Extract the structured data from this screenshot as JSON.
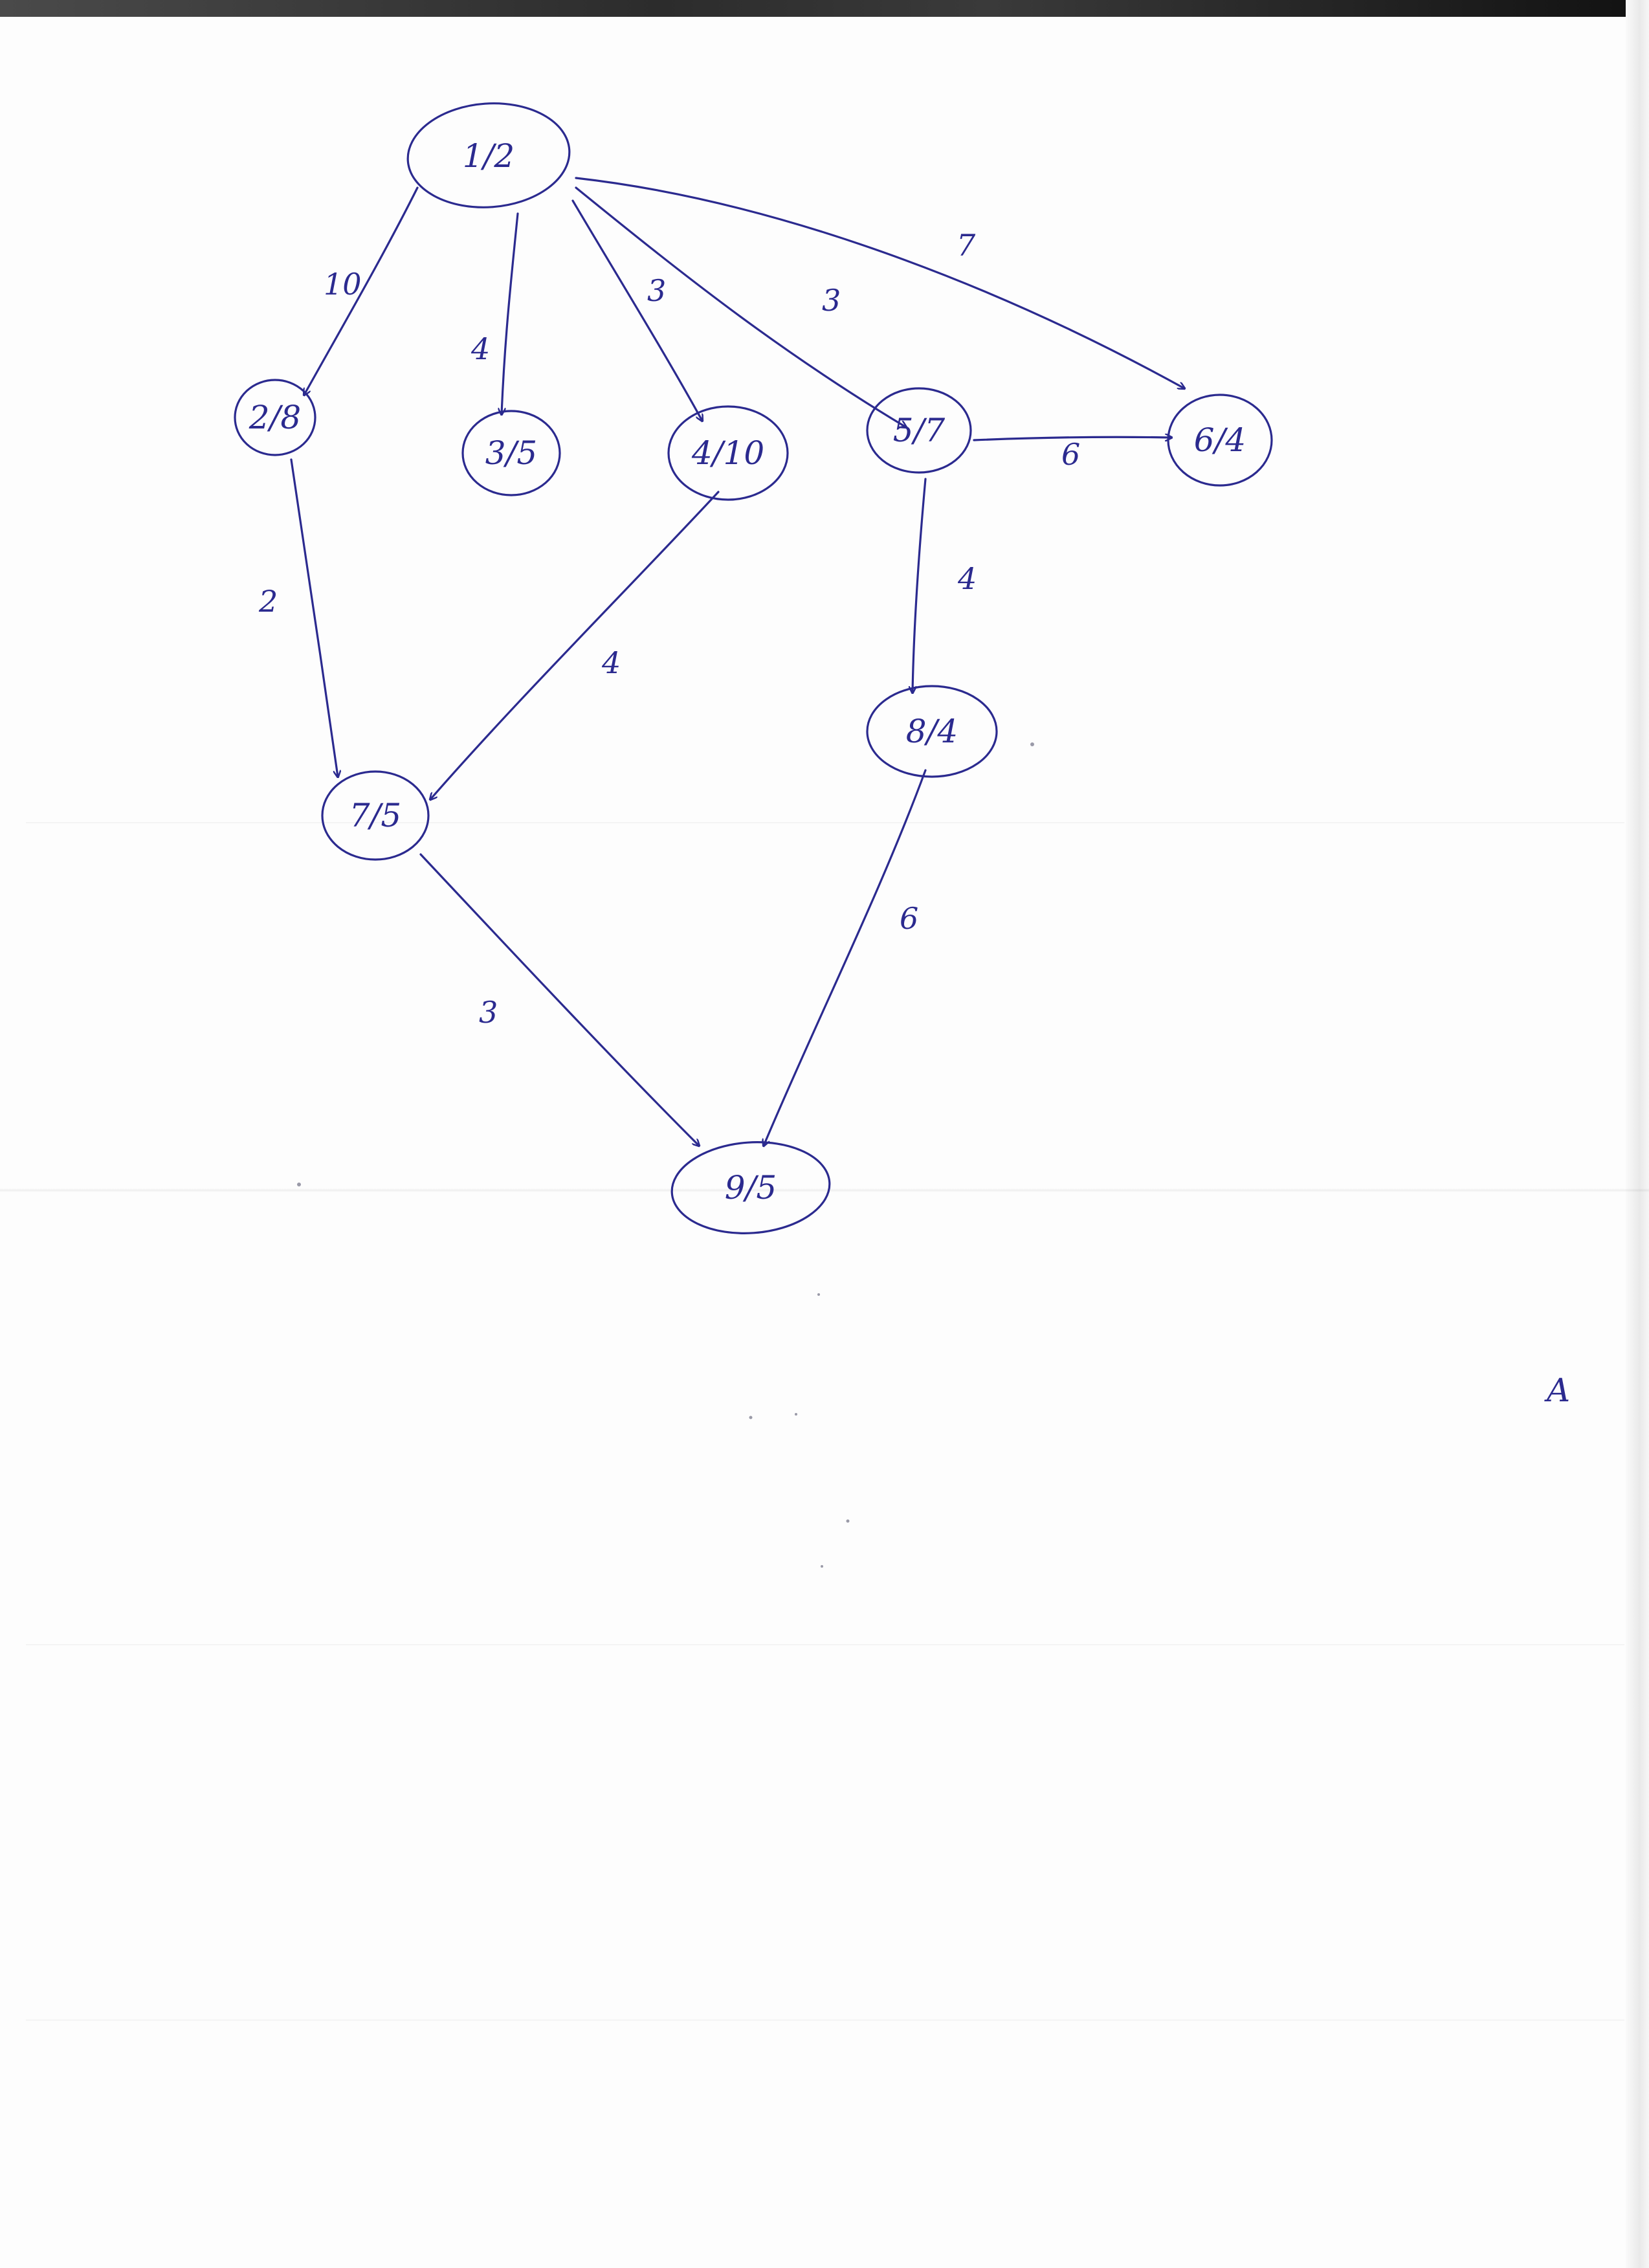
{
  "nodes": [
    {
      "id": "n1",
      "label": "1/2"
    },
    {
      "id": "n2",
      "label": "2/8"
    },
    {
      "id": "n3",
      "label": "3/5"
    },
    {
      "id": "n4",
      "label": "4/10"
    },
    {
      "id": "n5",
      "label": "5/7"
    },
    {
      "id": "n6",
      "label": "6/4"
    },
    {
      "id": "n7",
      "label": "7/5"
    },
    {
      "id": "n8",
      "label": "8/4"
    },
    {
      "id": "n9",
      "label": "9/5"
    }
  ],
  "edges": [
    {
      "from": "n1",
      "to": "n2",
      "weight": "10"
    },
    {
      "from": "n1",
      "to": "n3",
      "weight": "4"
    },
    {
      "from": "n1",
      "to": "n4",
      "weight": "3"
    },
    {
      "from": "n1",
      "to": "n5",
      "weight": "3"
    },
    {
      "from": "n1",
      "to": "n6",
      "weight": "7"
    },
    {
      "from": "n5",
      "to": "n6",
      "weight": "6"
    },
    {
      "from": "n2",
      "to": "n7",
      "weight": "2"
    },
    {
      "from": "n4",
      "to": "n7",
      "weight": "4"
    },
    {
      "from": "n5",
      "to": "n8",
      "weight": "4"
    },
    {
      "from": "n7",
      "to": "n9",
      "weight": "3"
    },
    {
      "from": "n8",
      "to": "n9",
      "weight": "6"
    }
  ],
  "margin_mark": "A",
  "ink_color": "#2b2a8f"
}
